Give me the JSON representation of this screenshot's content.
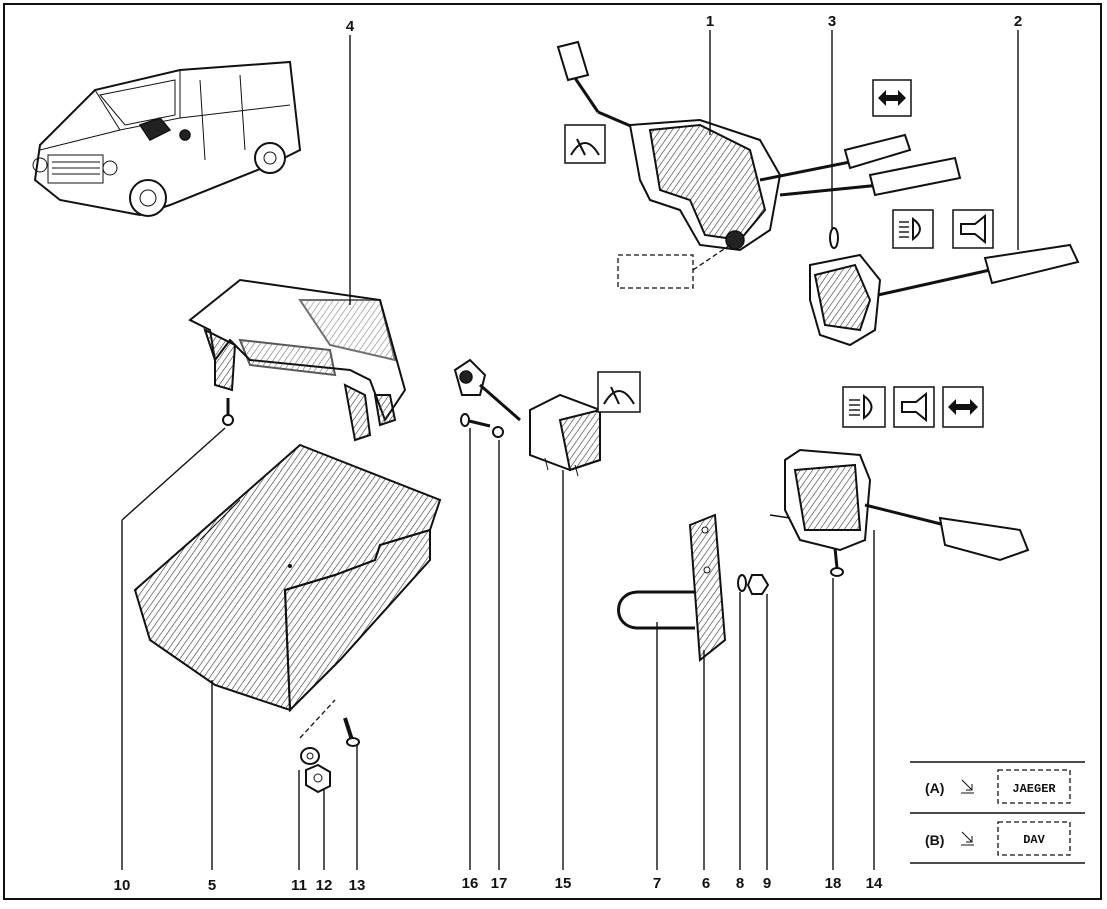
{
  "callouts": [
    "1",
    "2",
    "3",
    "4",
    "5",
    "6",
    "7",
    "8",
    "9",
    "10",
    "11",
    "12",
    "13",
    "14",
    "15",
    "16",
    "17",
    "18"
  ],
  "legend": {
    "row_a": {
      "label": "(A)",
      "brand": "JAEGER"
    },
    "row_b": {
      "label": "(B)",
      "brand": "DAV"
    }
  },
  "icons": [
    "wiper-symbol",
    "headlight-symbol",
    "horn-symbol",
    "turn-indicator-arrows-symbol"
  ]
}
